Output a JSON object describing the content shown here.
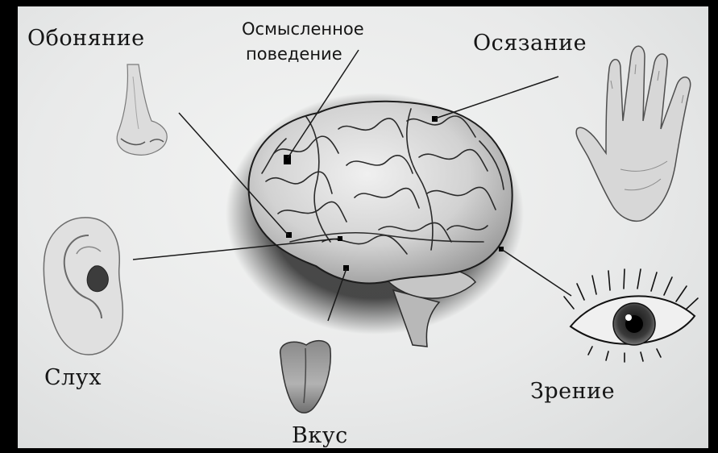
{
  "labels": {
    "smell": "Обоняние",
    "behavior_line1": "Осмысленное",
    "behavior_line2": "поведение",
    "touch": "Осязание",
    "hearing": "Слух",
    "taste": "Вкус",
    "vision": "Зрение"
  },
  "icons": {
    "brain": "brain-icon",
    "nose": "nose-icon",
    "hand": "hand-icon",
    "ear": "ear-icon",
    "tongue": "tongue-icon",
    "eye": "eye-icon"
  },
  "colors": {
    "ink": "#151515",
    "paper": "#ecedec",
    "brain_fill": "#dadada",
    "skin_shade": "#b9b9b9"
  }
}
